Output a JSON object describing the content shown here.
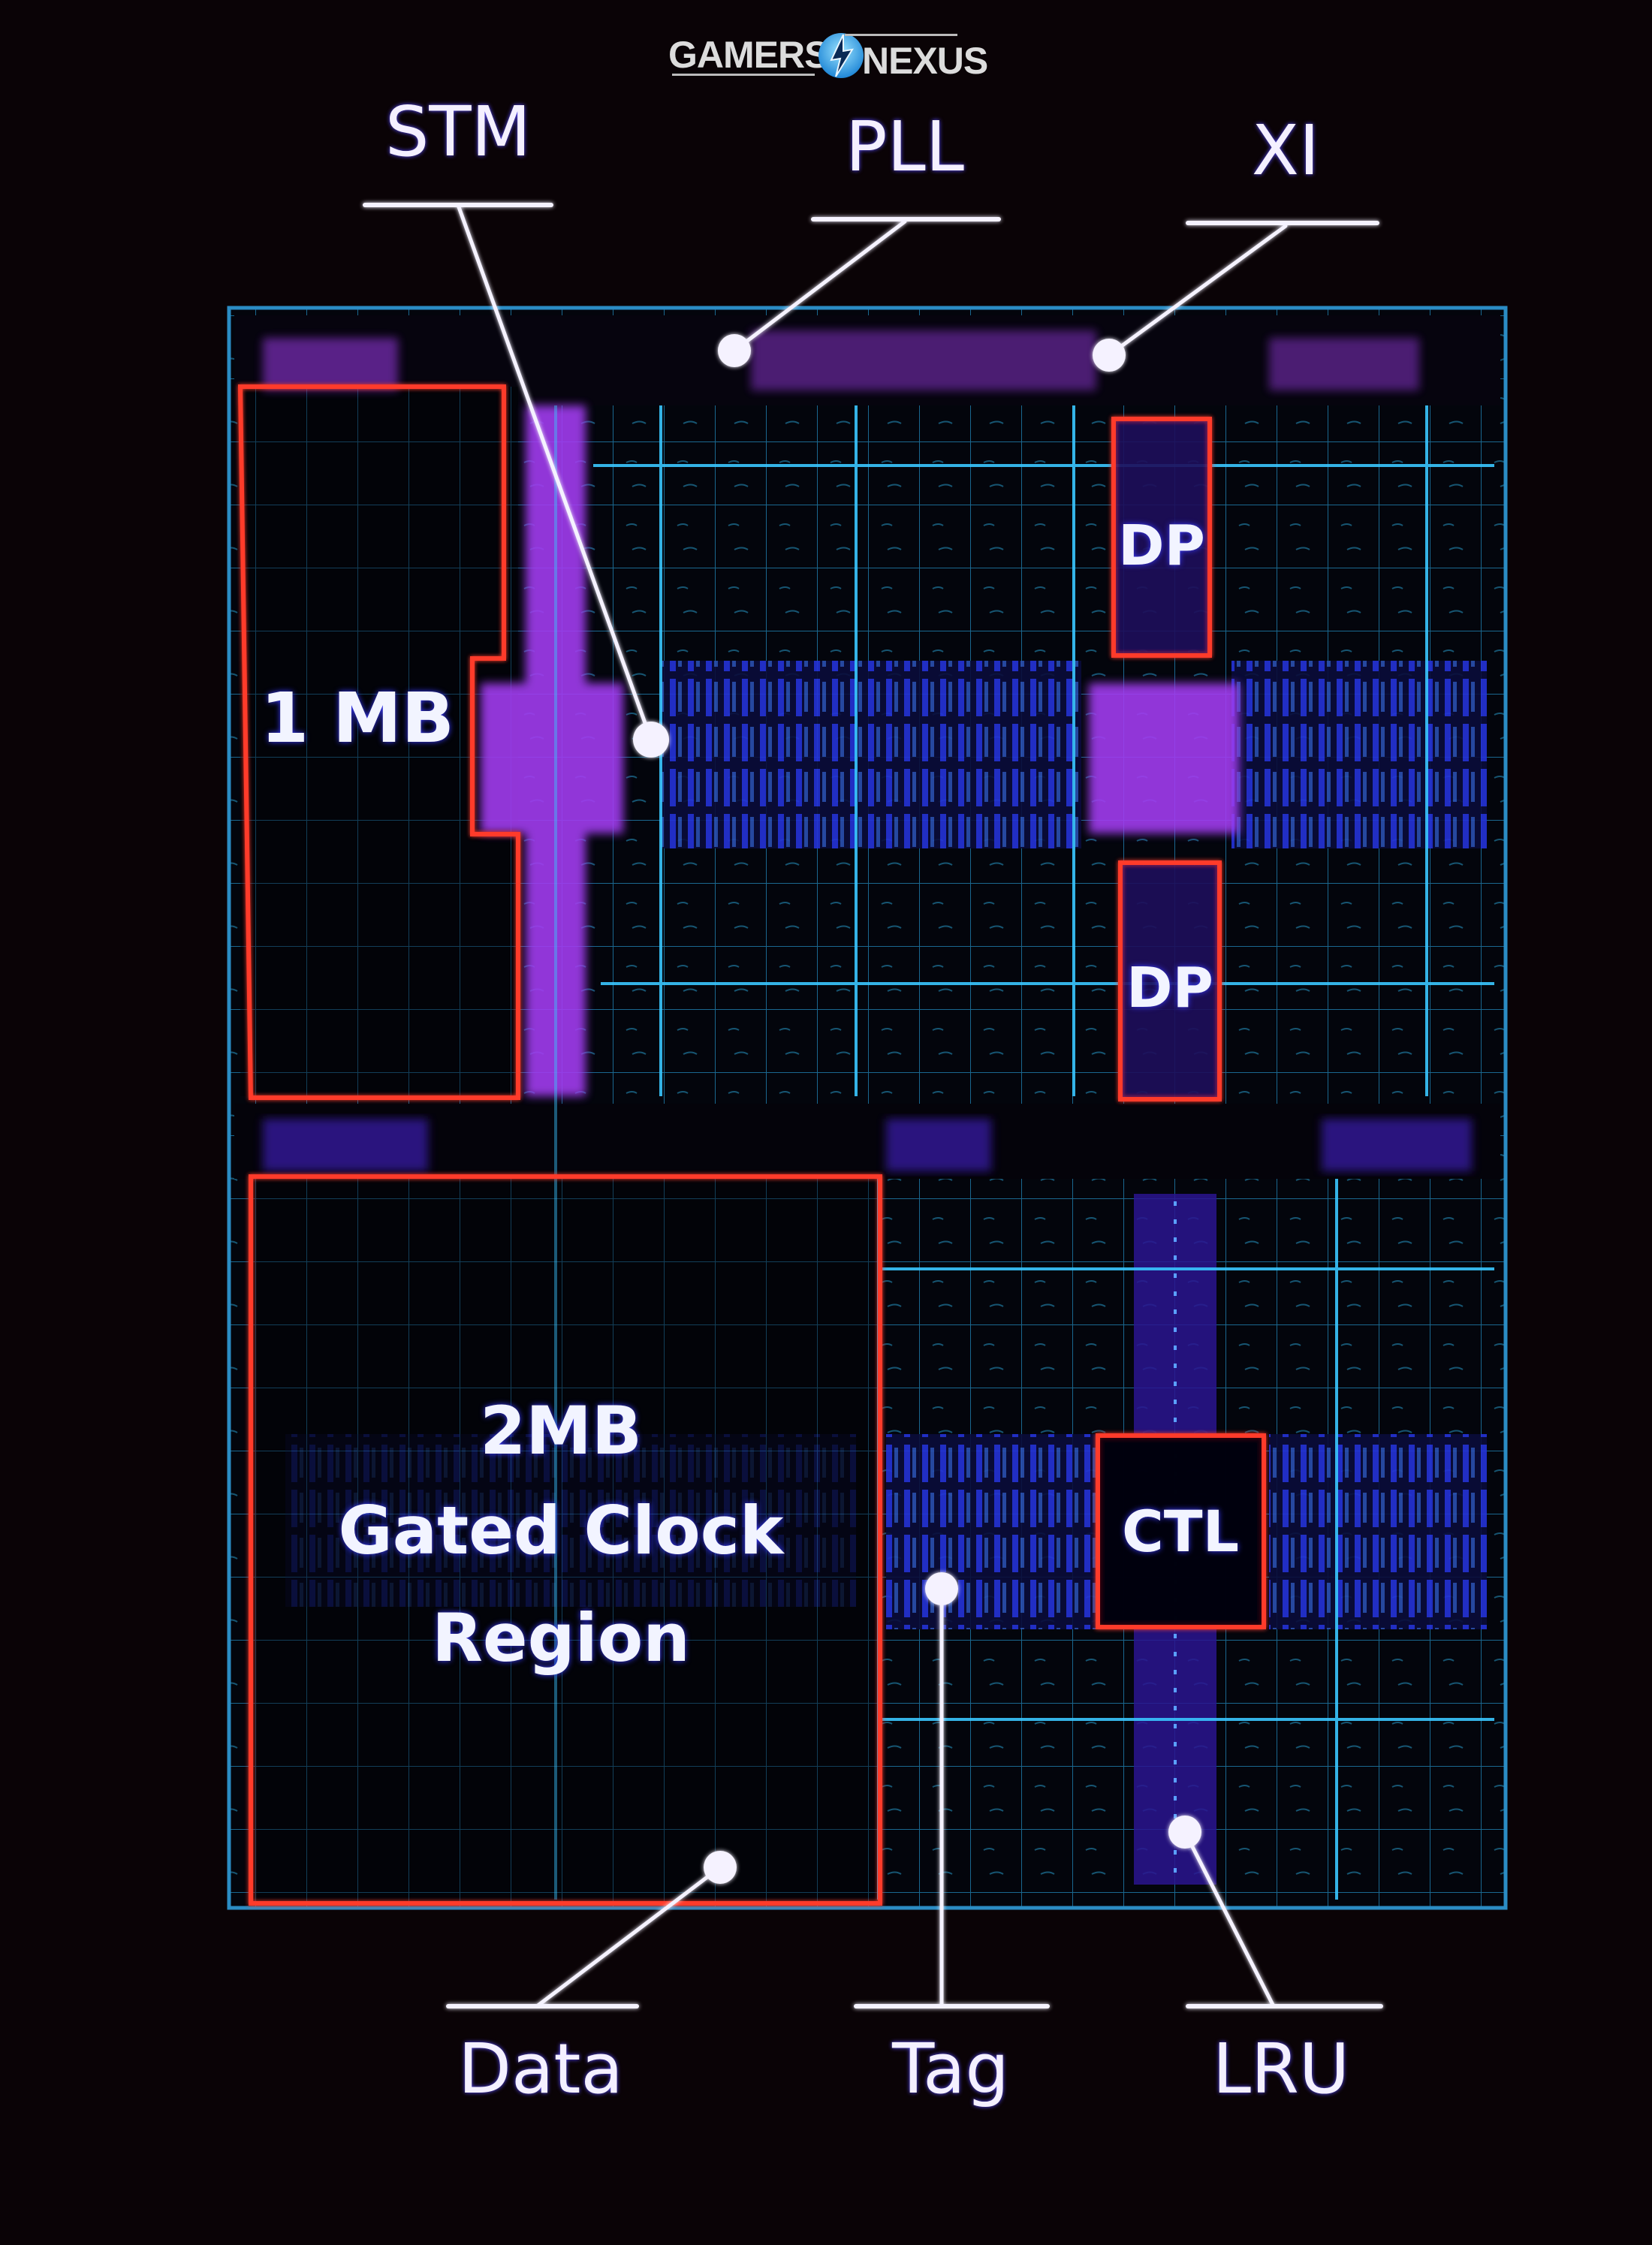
{
  "logo": {
    "left_text": "GAMERS",
    "right_text": "NEXUS",
    "emblem_icon": "lightning-globe-icon"
  },
  "callouts_top": [
    {
      "label": "STM"
    },
    {
      "label": "PLL"
    },
    {
      "label": "XI"
    }
  ],
  "callouts_bottom": [
    {
      "label": "Data"
    },
    {
      "label": "Tag"
    },
    {
      "label": "LRU"
    }
  ],
  "regions": {
    "one_mb": {
      "label": "1 MB"
    },
    "two_mb": {
      "line1": "2MB",
      "line2": "Gated Clock",
      "line3": "Region"
    },
    "dp_top": {
      "label": "DP"
    },
    "dp_bottom": {
      "label": "DP"
    },
    "ctl": {
      "label": "CTL"
    }
  },
  "colors": {
    "background": "#0a0306",
    "die_grid": "#2fb4e6",
    "die_fill": "#05060f",
    "highlight_box": "#ff3a2a",
    "purple_logic": "#9b3cf0",
    "blue_logic": "#3a3cff",
    "callout_line": "#f5f2ff"
  }
}
